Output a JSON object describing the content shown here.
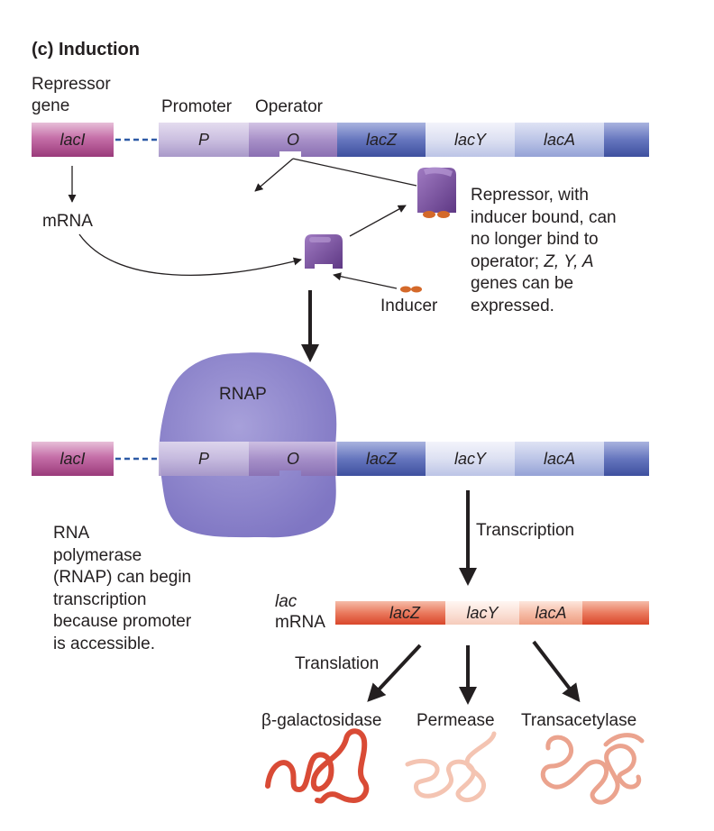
{
  "panel_title": "(c)  Induction",
  "labels": {
    "repressor_gene_line1": "Repressor",
    "repressor_gene_line2": "gene",
    "promoter": "Promoter",
    "operator": "Operator",
    "mrna": "mRNA",
    "inducer": "Inducer",
    "rnap": "RNAP",
    "transcription": "Transcription",
    "lac_mrna_line1": "lac",
    "lac_mrna_line2": "mRNA",
    "translation": "Translation"
  },
  "dna_segments": {
    "laci": "lacI",
    "p": "P",
    "o": "O",
    "lacz": "lacZ",
    "lacy": "lacY",
    "laca": "lacA"
  },
  "mrna_segments": {
    "lacz": "lacZ",
    "lacy": "lacY",
    "laca": "lacA"
  },
  "repressor_note": {
    "line1": "Repressor, with",
    "line2": "inducer bound, can",
    "line3": "no longer bind to",
    "line4_prefix": "operator; ",
    "line4_italic": "Z, Y, A",
    "line5": "genes can be",
    "line6": "expressed."
  },
  "rnap_note": {
    "line1": "RNA",
    "line2": "polymerase",
    "line3": "(RNAP) can begin",
    "line4": "transcription",
    "line5": "because promoter",
    "line6": "is accessible."
  },
  "products": {
    "beta_gal": "β-galactosidase",
    "permease": "Permease",
    "transacetylase": "Transacetylase"
  },
  "colors": {
    "laci": "#b0468c",
    "promoter_operator": "#a38fc3",
    "lac_genes": "#4a5fae",
    "repressor": "#7e4fa0",
    "inducer": "#d4692a",
    "rnap": "#8f86cc",
    "mrna": "#e2563a",
    "beta_gal_protein": "#d94b36",
    "permease_protein": "#f4c4b2",
    "transacetylase_protein": "#eba38e"
  }
}
